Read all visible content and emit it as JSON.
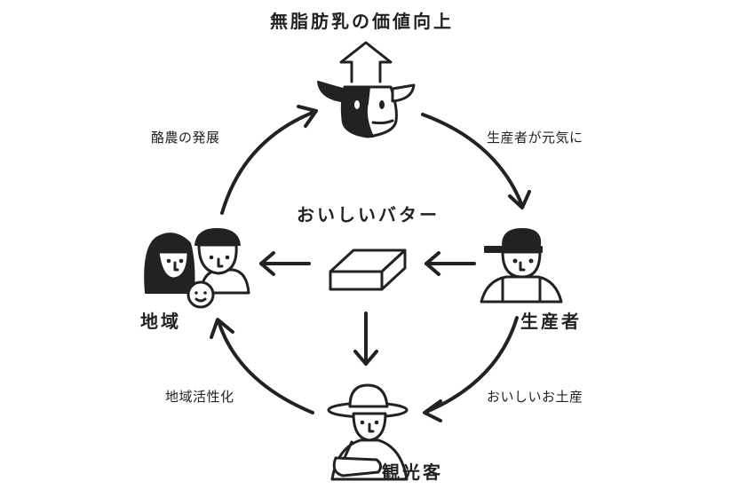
{
  "top_title": "無脂肪乳の価値向上",
  "center_title": "おいしいバター",
  "nodes": {
    "producer": "生産者",
    "region": "地域",
    "tourist": "観光客"
  },
  "edges": {
    "cow_to_producer": "生産者が元気に",
    "region_to_cow": "酪農の発展",
    "producer_to_tourist": "おいしいお土産",
    "tourist_to_region": "地域活性化"
  },
  "icons": [
    "cow-icon",
    "up-arrow-icon",
    "butter-icon",
    "farmer-icon",
    "family-icon",
    "tourist-icon"
  ],
  "colors": {
    "ink": "#222222",
    "background": "#ffffff"
  }
}
